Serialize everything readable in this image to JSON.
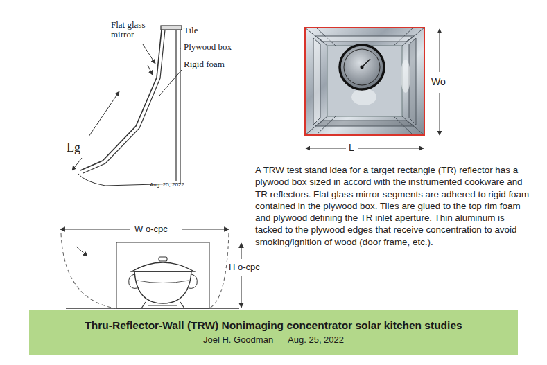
{
  "diagram": {
    "nodes": [
      {
        "text": [
          "Thru-Reflector-Wall (TRW) Nonimaging concentrator solar kitchen studies",
          "Joel H. Goodman      Aug. 25, 2022"
        ]
      }
    ],
    "labels": [
      "Flat glass mirror",
      "Tile",
      "Plywood box",
      "Rigid foam",
      "Lg",
      "Aug. 25, 2022",
      "Wo",
      "L",
      "W o-cpc",
      "H o-cpc",
      "A TRW test stand idea for a target rectangle (TR) reflector has a plywood box sized in accord with the instrumented cookware and TR reflectors. Flat glass mirror segments are adhered to rigid foam contained in the plywood box. Tiles are glued to the top rim foam and plywood defining the TR inlet aperture. Thin aluminum is tacked to the plywood edges that receive concentration to avoid smoking/ignition of wood (door frame, etc.)."
    ]
  }
}
